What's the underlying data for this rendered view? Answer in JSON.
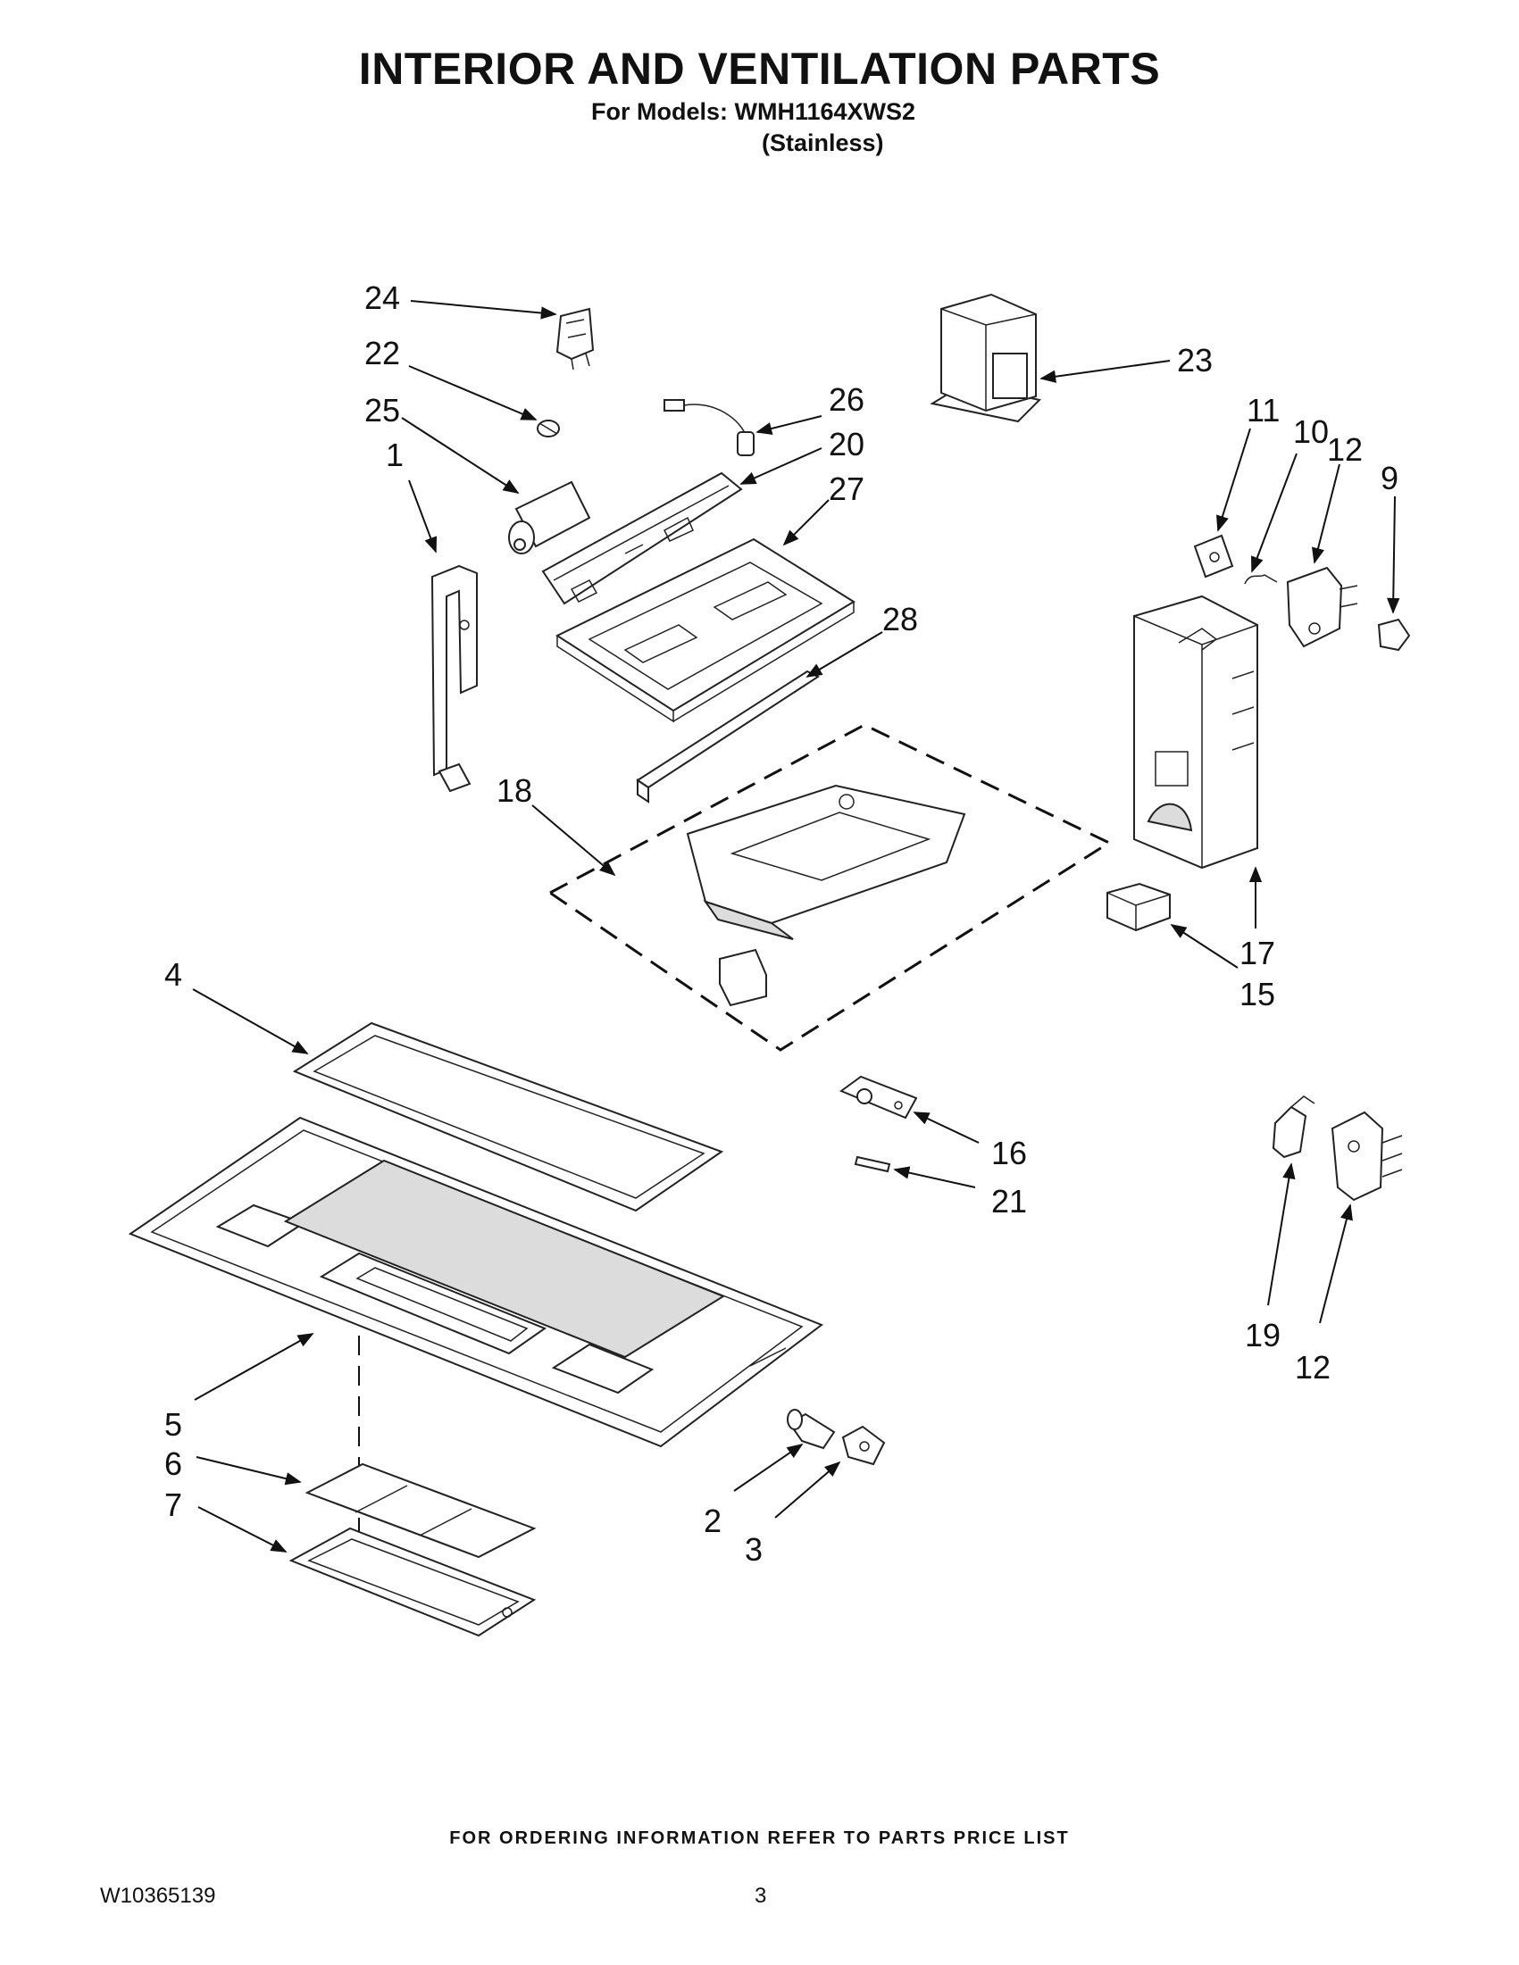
{
  "header": {
    "title": "INTERIOR AND VENTILATION PARTS",
    "models_line": "For Models: WMH1164XWS2",
    "finish": "(Stainless)"
  },
  "callouts": {
    "p1": "1",
    "p2": "2",
    "p3": "3",
    "p4": "4",
    "p5": "5",
    "p6": "6",
    "p7": "7",
    "p9": "9",
    "p10": "10",
    "p11": "11",
    "p12a": "12",
    "p12b": "12",
    "p15": "15",
    "p16": "16",
    "p17": "17",
    "p18": "18",
    "p19": "19",
    "p20": "20",
    "p21": "21",
    "p22": "22",
    "p23": "23",
    "p24": "24",
    "p25": "25",
    "p26": "26",
    "p27": "27",
    "p28": "28"
  },
  "footer": {
    "ordering_note": "FOR ORDERING INFORMATION REFER TO PARTS PRICE LIST",
    "doc_number": "W10365139",
    "page_number": "3"
  }
}
